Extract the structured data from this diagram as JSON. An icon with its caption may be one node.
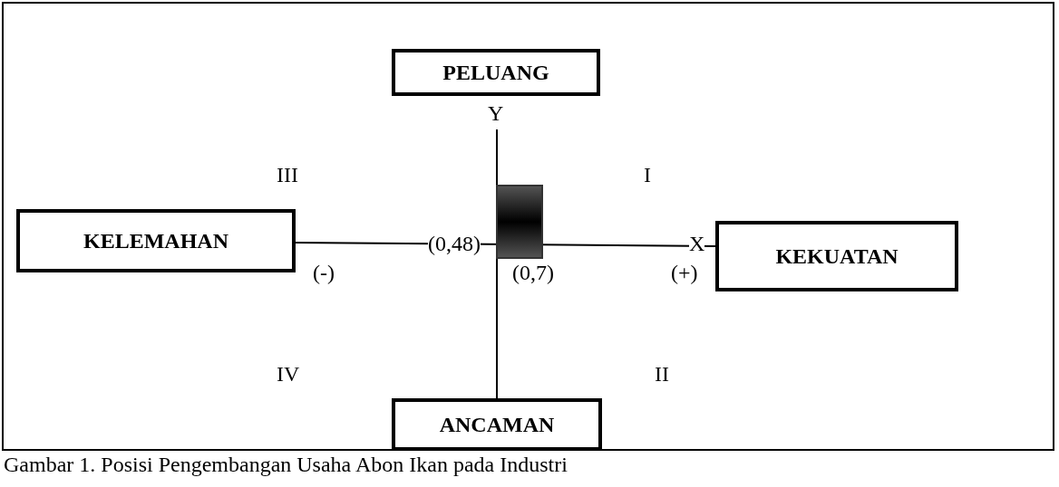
{
  "diagram": {
    "caption": "Gambar 1.  Posisi Pengembangan Usaha Abon Ikan pada Industri",
    "nodes": [
      {
        "text": [
          "PELUANG"
        ]
      },
      {
        "text": [
          "KELEMAHAN"
        ]
      },
      {
        "text": [
          "KEKUATAN"
        ]
      },
      {
        "text": [
          "ANCAMAN"
        ]
      }
    ],
    "labels": [
      "Y",
      "III",
      "I",
      "(0,48)",
      "X",
      "(-)",
      "(0,7)",
      "(+)",
      "IV",
      "II"
    ]
  }
}
